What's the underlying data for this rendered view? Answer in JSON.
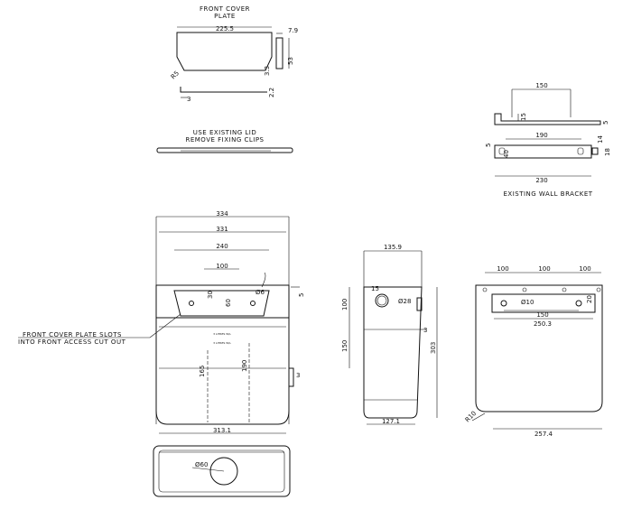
{
  "front_cover": {
    "title_line1": "FRONT COVER",
    "title_line2": "PLATE",
    "dims": {
      "width": "225.5",
      "depth": "7.9",
      "height": "53",
      "radius": "R5",
      "lip": "3.3",
      "flange": "2.2",
      "offset": "3"
    }
  },
  "lid": {
    "note_line1": "USE EXISTING LID",
    "note_line2": "REMOVE FIXING CLIPS"
  },
  "wall_bracket": {
    "label": "EXISTING WALL BRACKET",
    "dims": {
      "top_span": "150",
      "height_15": "15",
      "slot_span": "190",
      "depth_5": "5",
      "slot_40": "40",
      "right_5": "5",
      "right_14": "14",
      "right_18": "18",
      "overall": "230"
    }
  },
  "front_view": {
    "note_line1": "FRONT COVER PLATE SLOTS",
    "note_line2": "INTO FRONT ACCESS CUT OUT",
    "label_text": "3 LITRES W/L",
    "dims": {
      "overall_334": "334",
      "inner_331": "331",
      "cutout_240": "240",
      "slot_100": "100",
      "h_30": "30",
      "h_60": "60",
      "hole_6": "Ø6",
      "step_5": "5",
      "h_165": "165",
      "h_190": "190",
      "lip_3": "3",
      "bottom_313": "313.1"
    }
  },
  "side_view": {
    "dims": {
      "top_135": "135.9",
      "hole_15": "15",
      "hole_28": "Ø28",
      "h_100": "100",
      "h_150": "150",
      "h_303": "303",
      "lip_3": "3",
      "bottom_127": "127.1"
    }
  },
  "rear_view": {
    "dims": {
      "pitch_1": "100",
      "pitch_2": "100",
      "pitch_3": "100",
      "hole_10": "Ø10",
      "inner_150": "150",
      "inner_250": "250.3",
      "side_20": "20",
      "radius_10": "R10",
      "bottom_257": "257.4"
    }
  },
  "plan_view": {
    "hole_dia": "Ø60"
  }
}
